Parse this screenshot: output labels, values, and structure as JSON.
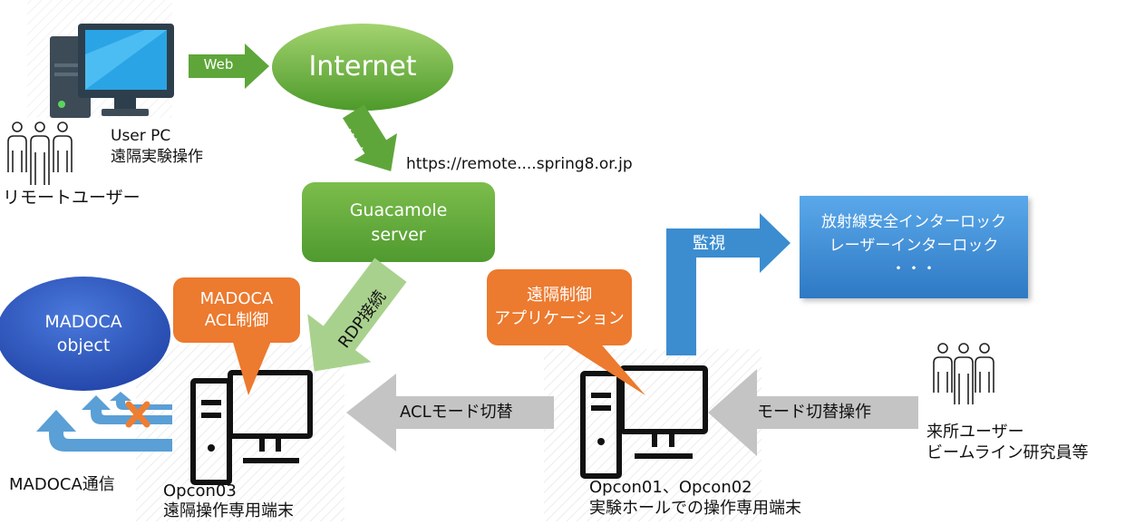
{
  "arrows": {
    "web_top": "Web",
    "web_down": "Web",
    "rdp": "RDP接続",
    "kanshi": "監視",
    "acl_mode": "ACLモード切替",
    "mode_op": "モード切替操作"
  },
  "nodes": {
    "internet": "Internet",
    "guacamole_line1": "Guacamole",
    "guacamole_line2": "server",
    "madoca_obj_line1": "MADOCA",
    "madoca_obj_line2": "object",
    "interlock_line1": "放射線安全インターロック",
    "interlock_line2": "レーザーインターロック",
    "interlock_line3": "・・・"
  },
  "callouts": {
    "madoca_acl_line1": "MADOCA",
    "madoca_acl_line2": "ACL制御",
    "remote_app_line1": "遠隔制御",
    "remote_app_line2": "アプリケーション"
  },
  "labels": {
    "user_pc_line1": "User PC",
    "user_pc_line2": "遠隔実験操作",
    "remote_user": "リモートユーザー",
    "url": "https://remote....spring8.or.jp",
    "madoca_comm": "MADOCA通信",
    "opcon03_line1": "Opcon03",
    "opcon03_line2": "遠隔操作専用端末",
    "opcon01_line1": "Opcon01、Opcon02",
    "opcon01_line2": "実験ホールでの操作専用端末",
    "visitor_line1": "来所ユーザー",
    "visitor_line2": "ビームライン研究員等"
  },
  "colors": {
    "green_dark": "#4e9a2c",
    "green_light": "#86c35a",
    "orange": "#ec7a2f",
    "blue": "#3b8dd0",
    "navy": "#2b55b8",
    "gray_arrow": "#c4c4c4"
  }
}
